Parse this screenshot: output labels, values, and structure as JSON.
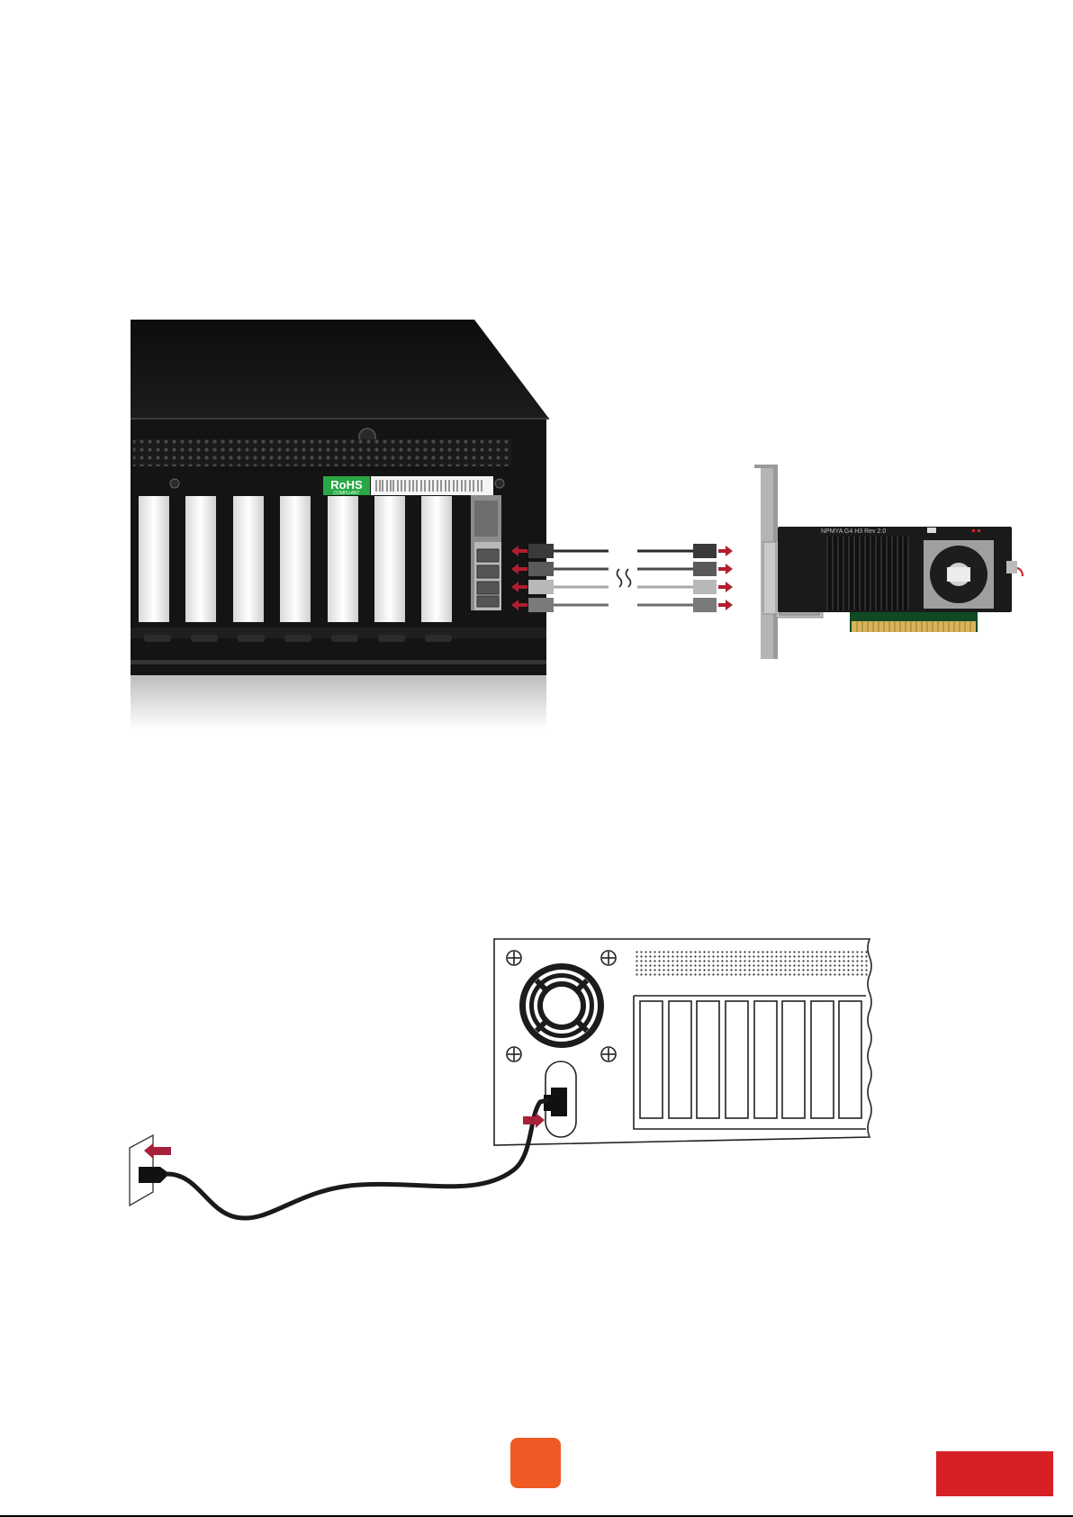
{
  "figure_top": {
    "rohs_label": "RoHS",
    "rohs_sub": "COMPLIANT",
    "card_label": "NPMYA G4 H3 Rev 2.0",
    "cable_colors": [
      "#3a3a3a",
      "#5a5a5a",
      "#b8b8b8",
      "#7a7a7a"
    ],
    "arrow_color": "#b01e2e"
  },
  "figure_bottom": {
    "arrow_color": "#a8213a"
  },
  "footer": {
    "page_badge_color": "#ef5a24",
    "corner_tab_color": "#d71f26"
  }
}
